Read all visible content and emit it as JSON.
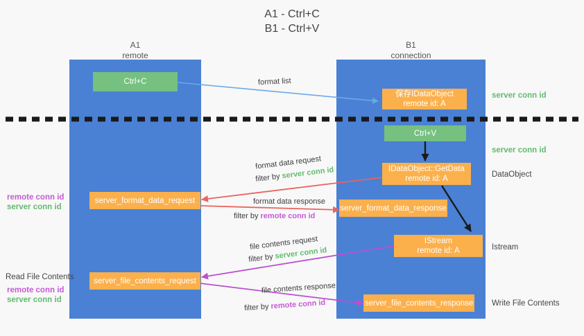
{
  "title": {
    "line1": "A1 - Ctrl+C",
    "line2": "B1 - Ctrl+V"
  },
  "columns": [
    {
      "name": "A1",
      "role": "remote"
    },
    {
      "name": "B1",
      "role": "connection"
    }
  ],
  "boxes": {
    "ctrl_c": {
      "label": "Ctrl+C"
    },
    "ctrl_v": {
      "label": "Ctrl+V"
    },
    "save_dataobject": {
      "line1": "保存IDataObject",
      "line2": "remote id: A"
    },
    "getdata": {
      "line1": "IDataObject::GetData",
      "line2": "remote id: A"
    },
    "istream": {
      "line1": "IStream",
      "line2": "remote id: A"
    },
    "server_format_data_request": {
      "label": "server_format_data_request"
    },
    "server_format_data_response": {
      "label": "server_format_data_response"
    },
    "server_file_contents_request": {
      "label": "server_file_contents_request"
    },
    "server_file_contents_response": {
      "label": "server_file_contents_response"
    }
  },
  "right_labels": {
    "server_conn_id_1": "server conn id",
    "server_conn_id_2": "server conn id",
    "dataobject": "DataObject",
    "istream": "Istream",
    "write_file_contents": "Write File Contents"
  },
  "left_labels": {
    "remote_conn_id_1": "remote conn id",
    "server_conn_id_1": "server conn id",
    "read_file_contents": "Read File Contents",
    "remote_conn_id_2": "remote conn id",
    "server_conn_id_2": "server conn id"
  },
  "edges": {
    "format_list": "format list",
    "format_data_request": "format data request",
    "format_data_request_filter_prefix": "filter by ",
    "format_data_request_filter_value": "server conn id",
    "format_data_response": "format data response",
    "format_data_response_filter_prefix": "filter by ",
    "format_data_response_filter_value": "remote conn id",
    "file_contents_request": "file contents request",
    "file_contents_request_filter_prefix": "filter by ",
    "file_contents_request_filter_value": "server conn id",
    "file_contents_response": "file contents response",
    "file_contents_response_filter_prefix": "filter by ",
    "file_contents_response_filter_value": "remote conn id"
  },
  "colors": {
    "lane": "#4a81d4",
    "orange": "#fbb04c",
    "green_box": "#76c080",
    "green_text": "#62bb6e",
    "purple_text": "#c45bd4",
    "blue_arrow": "#6aa9e8",
    "red_arrow": "#e8645f",
    "magenta_arrow": "#bb4fd0",
    "black_arrow": "#1a1a1a",
    "background": "#f8f8f8"
  }
}
